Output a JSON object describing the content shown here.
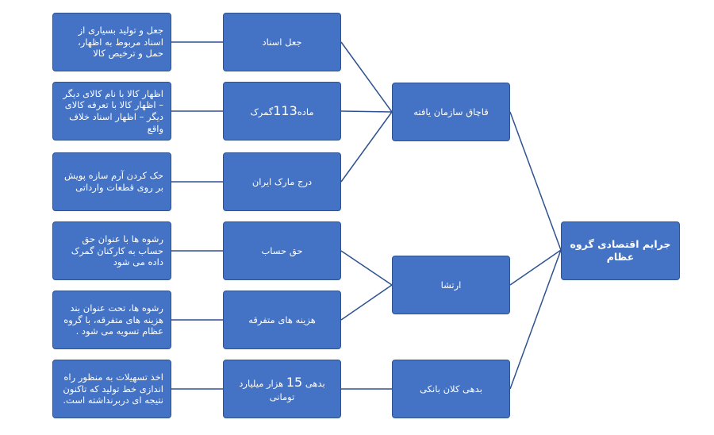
{
  "diagram": {
    "root": {
      "label": "جرایم اقتصادی گروه عظام"
    },
    "branches": [
      {
        "label": "قاچاق سازمان یافته"
      },
      {
        "label": "ارتشا"
      },
      {
        "label": "بدهی کلان بانکی"
      }
    ],
    "leaves": [
      {
        "label": "جعل اسناد",
        "branch": 0
      },
      {
        "label_prefix": "ماده",
        "label_number": "113",
        "label_suffix": "گمرک",
        "branch": 0
      },
      {
        "label": "درج مارک ایران",
        "branch": 0
      },
      {
        "label": "حق حساب",
        "branch": 1
      },
      {
        "label": "هزینه های متفرقه",
        "branch": 1
      },
      {
        "label_prefix": "بدهی ",
        "label_number": "15",
        "label_suffix": " هزار میلیارد تومانی",
        "branch": 2
      }
    ],
    "descriptions": [
      "جعل و تولید بسیاری از اسناد مربوط به اظهار، حمل و ترخیص کالا",
      "اظهار کالا با نام کالای دیگر – اظهار کالا با تعرفه کالای دیگر – اظهار اسناد خلاف واقع",
      "حک کردن آرم سازه پویش بر روی قطعات وارداتی",
      "رشوه ها با عنوان حق حساب به کارکنان گمرک داده می شود",
      "رشوه ها، تحت عنوان بند هزینه های متفرقه، با گروه عظام تسویه می شود .",
      "اخذ تسهیلات به منظور راه اندازی خط تولید که تاکنون نتیجه ای دربرنداشته است."
    ],
    "colors": {
      "box_fill": "#4472c4",
      "box_border": "#2f528f",
      "connector": "#2f528f",
      "text": "#ffffff"
    }
  }
}
